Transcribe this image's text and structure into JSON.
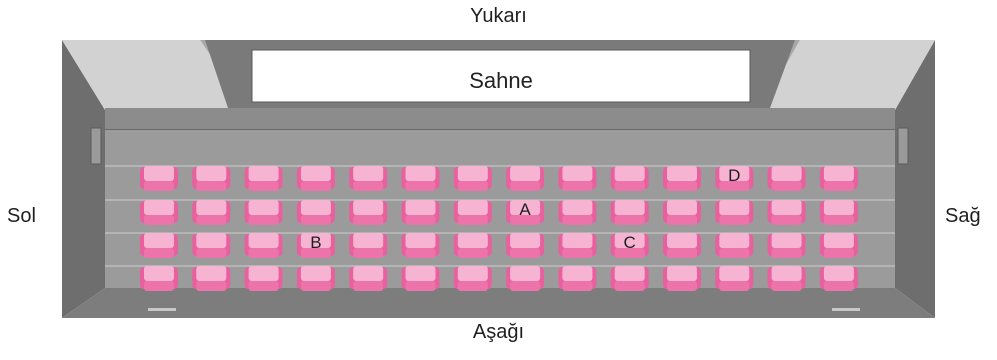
{
  "directions": {
    "top": "Yukarı",
    "bottom": "Aşağı",
    "left": "Sol",
    "right": "Sağ"
  },
  "stage": {
    "label": "Sahne"
  },
  "seating": {
    "rows": 4,
    "seats_per_row": 14,
    "marked_seats": [
      {
        "label": "D",
        "row": 1,
        "seat": 12
      },
      {
        "label": "A",
        "row": 2,
        "seat": 8
      },
      {
        "label": "B",
        "row": 3,
        "seat": 4
      },
      {
        "label": "C",
        "row": 3,
        "seat": 10
      }
    ]
  },
  "colors": {
    "wall": "#6f6f6f",
    "floor": "#9c9c9c",
    "seat_back": "#e8609e",
    "seat_cushion": "#f6b3d2",
    "seat_base": "#ec74ab",
    "stage_screen": "#ffffff"
  }
}
